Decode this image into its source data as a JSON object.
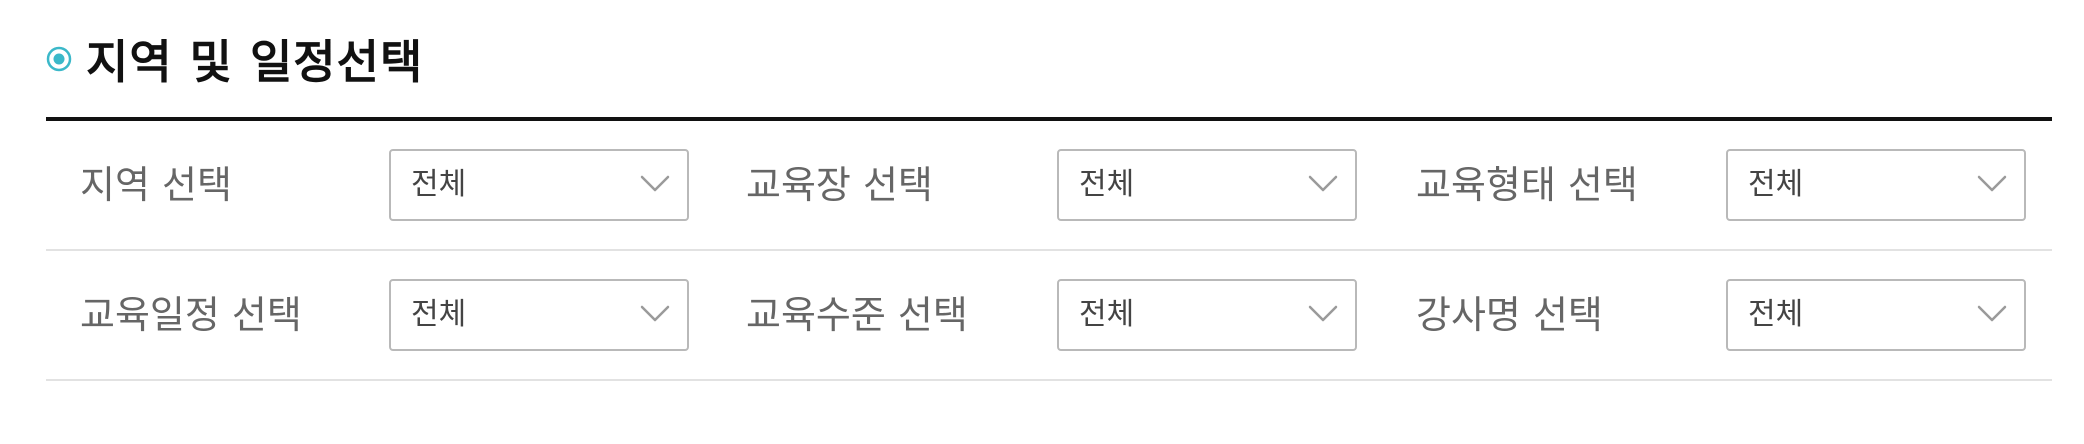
{
  "section": {
    "title": "지역 및 일정선택",
    "accent_color": "#3bb8c9"
  },
  "rows": [
    {
      "fields": [
        {
          "label": "지역 선택",
          "value": "전체"
        },
        {
          "label": "교육장 선택",
          "value": "전체"
        },
        {
          "label": "교육형태 선택",
          "value": "전체"
        }
      ]
    },
    {
      "fields": [
        {
          "label": "교육일정 선택",
          "value": "전체"
        },
        {
          "label": "교육수준 선택",
          "value": "전체"
        },
        {
          "label": "강사명 선택",
          "value": "전체"
        }
      ]
    }
  ],
  "icons": {
    "title": "radio-target-icon",
    "dropdown": "chevron-down-icon"
  }
}
